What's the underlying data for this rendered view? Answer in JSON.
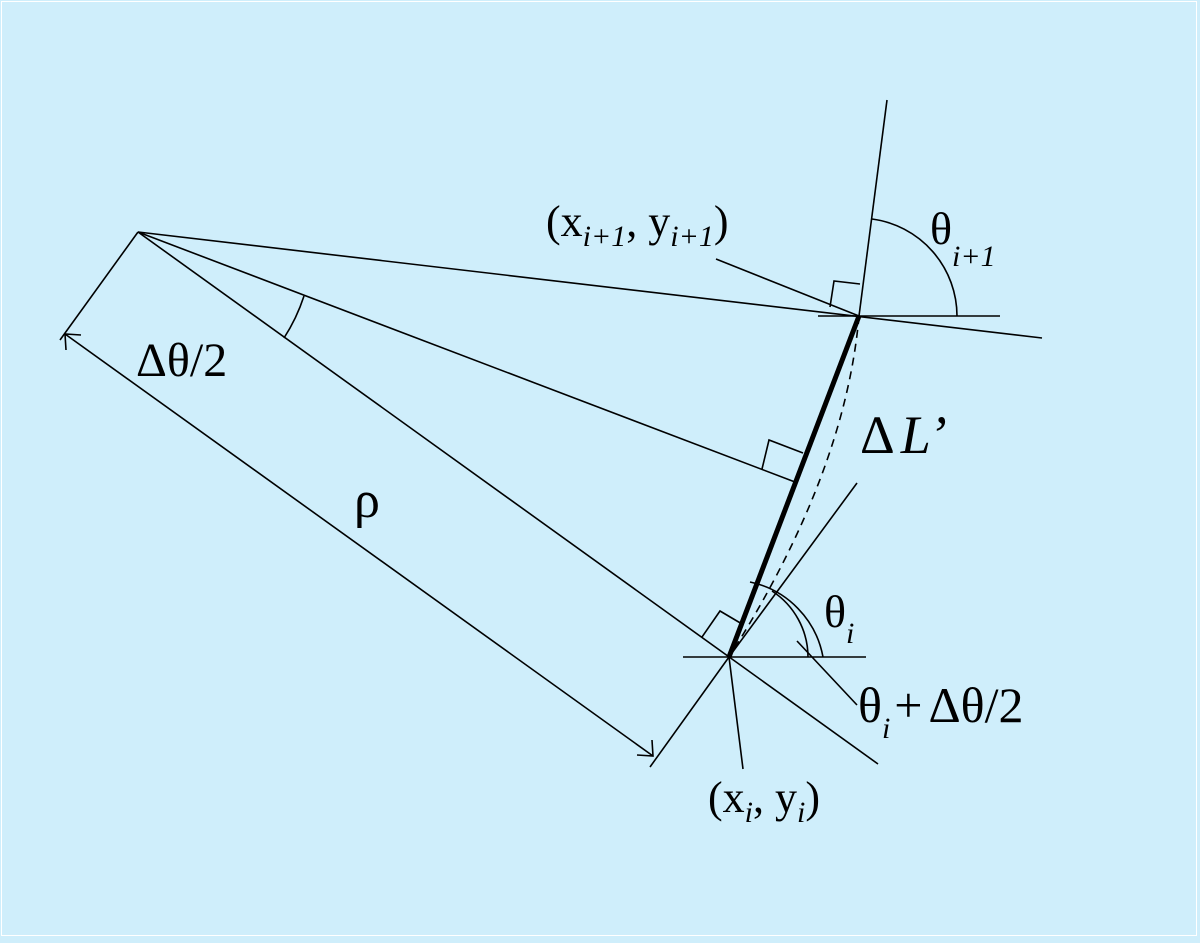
{
  "labels": {
    "point_upper": {
      "open": "(x",
      "sub1": "i+1",
      "sep": ", y",
      "sub2": "i+1",
      "close": ")"
    },
    "theta_upper": {
      "sym": "θ",
      "sub": "i+1"
    },
    "half_angle": "Δθ/2",
    "delta_L": {
      "delta": "Δ",
      "L": "L’"
    },
    "rho": "ρ",
    "theta_lower": {
      "sym": "θ",
      "sub": "i"
    },
    "theta_lower_plus": {
      "sym": "θ",
      "sub": "i",
      "plus": "+",
      "rest": "Δθ/2"
    },
    "point_lower": {
      "open": "(x",
      "sub1": "i",
      "sep": ", y",
      "sub2": "i",
      "close": ")"
    }
  },
  "colors": {
    "background": "#cfeefb",
    "ink": "#000000"
  }
}
